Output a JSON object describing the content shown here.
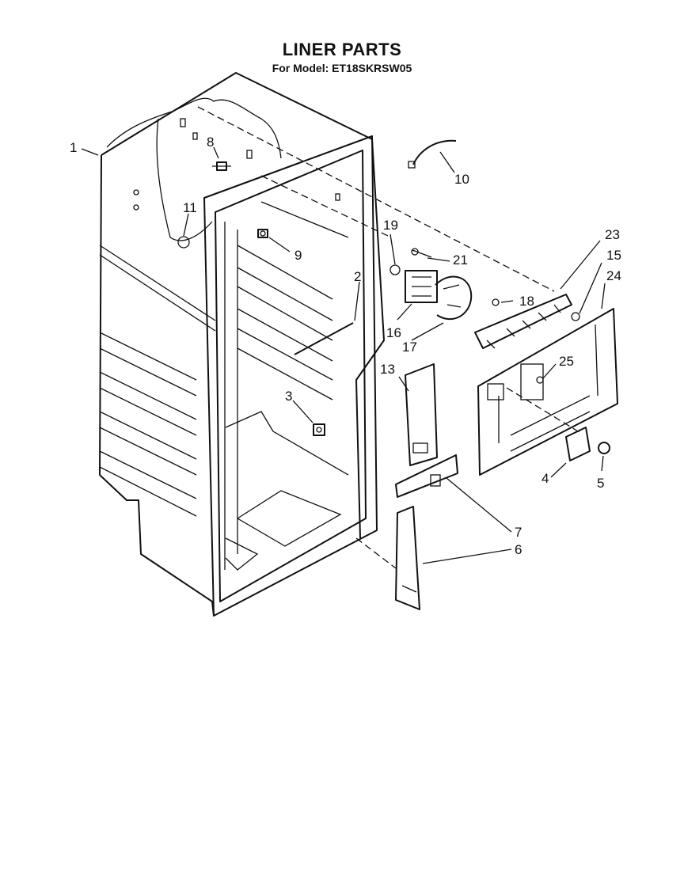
{
  "header": {
    "title": "LINER PARTS",
    "model": "For Model: ET18SKRSW05"
  },
  "callouts": [
    {
      "id": "1",
      "label": "1"
    },
    {
      "id": "8",
      "label": "8"
    },
    {
      "id": "11",
      "label": "11"
    },
    {
      "id": "9",
      "label": "9"
    },
    {
      "id": "2",
      "label": "2"
    },
    {
      "id": "3",
      "label": "3"
    },
    {
      "id": "10",
      "label": "10"
    },
    {
      "id": "19",
      "label": "19"
    },
    {
      "id": "21",
      "label": "21"
    },
    {
      "id": "16",
      "label": "16"
    },
    {
      "id": "17",
      "label": "17"
    },
    {
      "id": "18",
      "label": "18"
    },
    {
      "id": "13",
      "label": "13"
    },
    {
      "id": "23",
      "label": "23"
    },
    {
      "id": "15",
      "label": "15"
    },
    {
      "id": "24",
      "label": "24"
    },
    {
      "id": "25",
      "label": "25"
    },
    {
      "id": "4",
      "label": "4"
    },
    {
      "id": "5",
      "label": "5"
    },
    {
      "id": "7",
      "label": "7"
    },
    {
      "id": "6",
      "label": "6"
    }
  ]
}
